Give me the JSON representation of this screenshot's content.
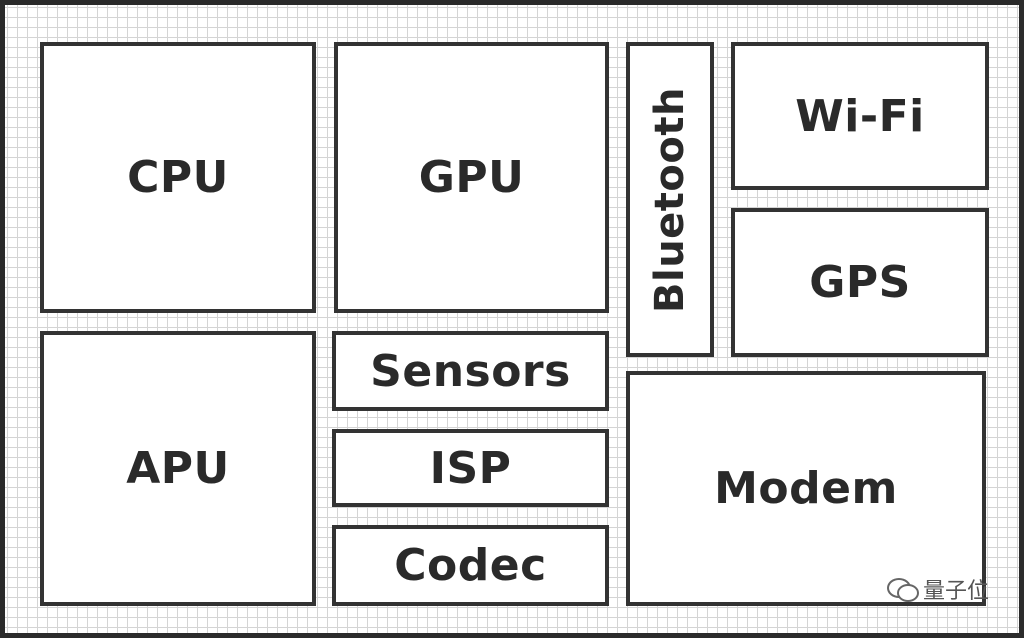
{
  "diagram": {
    "blocks": {
      "cpu": "CPU",
      "gpu": "GPU",
      "bluetooth": "Bluetooth",
      "wifi": "Wi-Fi",
      "gps": "GPS",
      "apu": "APU",
      "sensors": "Sensors",
      "isp": "ISP",
      "codec": "Codec",
      "modem": "Modem"
    }
  },
  "watermark": {
    "text": "量子位",
    "icon": "wechat-icon"
  }
}
